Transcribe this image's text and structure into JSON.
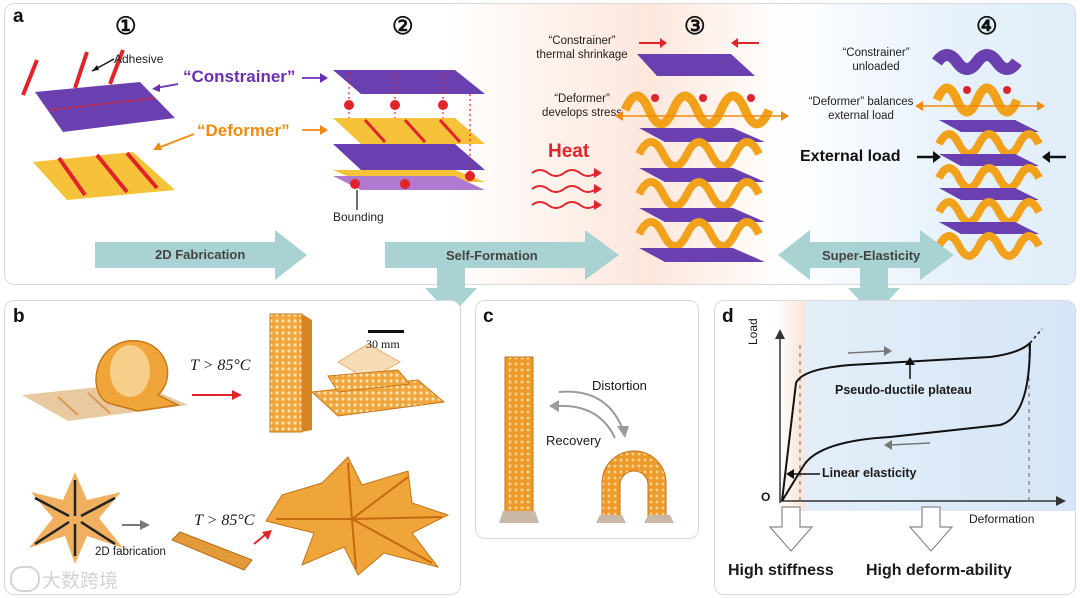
{
  "panel_a": {
    "label": "a",
    "steps": [
      "①",
      "②",
      "③",
      "④"
    ],
    "adhesive": "Adhesive",
    "constrainer": "“Constrainer”",
    "deformer": "“Deformer”",
    "bounding": "Bounding",
    "constrainer_shrink_1": "“Constrainer”",
    "constrainer_shrink_2": "thermal shrinkage",
    "deformer_stress_1": "“Deformer”",
    "deformer_stress_2": "develops stress",
    "heat": "Heat",
    "constrainer_unloaded_1": "“Constrainer”",
    "constrainer_unloaded_2": "unloaded",
    "deformer_balances_1": "“Deformer” balances",
    "deformer_balances_2": "external load",
    "external_load": "External load",
    "flow": [
      "2D Fabrication",
      "Self-Formation",
      "Super-Elasticity"
    ]
  },
  "panel_b": {
    "label": "b",
    "temp_top": "T > 85°C",
    "temp_bottom": "T > 85°C",
    "scale": "30 mm",
    "fabrication": "2D fabrication"
  },
  "panel_c": {
    "label": "c",
    "distortion": "Distortion",
    "recovery": "Recovery"
  },
  "panel_d": {
    "label": "d",
    "ylabel": "Load",
    "xlabel": "Deformation",
    "origin": "O",
    "plateau": "Pseudo-ductile plateau",
    "linear": "Linear elasticity",
    "high_stiffness": "High stiffness",
    "high_deform": "High deform-ability"
  },
  "watermark": "大数跨境",
  "colors": {
    "purple": "#6a3fb0",
    "orange": "#f2a21a",
    "red": "#e0242a",
    "teal": "#a9d3d3",
    "constrainer_text": "#6b2fb3",
    "deformer_text": "#f08a10"
  }
}
